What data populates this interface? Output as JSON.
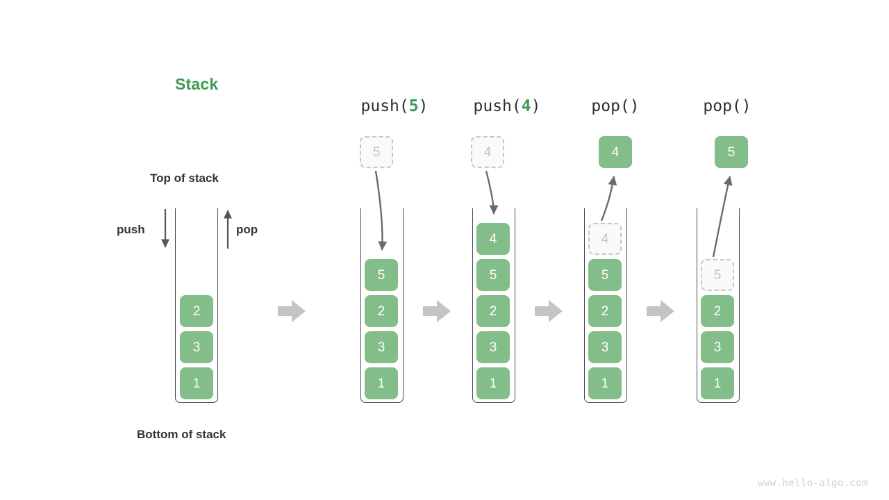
{
  "diagram": {
    "title": "Stack",
    "title_color": "#3f9950",
    "top_label": "Top of stack",
    "bottom_label": "Bottom of stack",
    "push_label": "push",
    "pop_label": "pop",
    "watermark": "www.hello-algo.com",
    "cell_color": "#83bd8a",
    "ghost_color": "#c2c2c2",
    "wall_color": "#4a4a4a",
    "separator_color": "#c4c4c4"
  },
  "columns": [
    {
      "name": "initial-stack",
      "header_prefix": "",
      "header_arg": "",
      "header_suffix": "",
      "has_header": false,
      "floating_cell": null,
      "cells": [
        {
          "value": "2",
          "state": "filled"
        },
        {
          "value": "3",
          "state": "filled"
        },
        {
          "value": "1",
          "state": "filled"
        }
      ]
    },
    {
      "name": "push-5",
      "header_prefix": "push(",
      "header_arg": "5",
      "header_suffix": ")",
      "has_header": true,
      "floating_cell": {
        "value": "5",
        "state": "ghost"
      },
      "arrow": "down",
      "cells": [
        {
          "value": "5",
          "state": "filled"
        },
        {
          "value": "2",
          "state": "filled"
        },
        {
          "value": "3",
          "state": "filled"
        },
        {
          "value": "1",
          "state": "filled"
        }
      ]
    },
    {
      "name": "push-4",
      "header_prefix": "push(",
      "header_arg": "4",
      "header_suffix": ")",
      "has_header": true,
      "floating_cell": {
        "value": "4",
        "state": "ghost"
      },
      "arrow": "down",
      "cells": [
        {
          "value": "4",
          "state": "filled"
        },
        {
          "value": "5",
          "state": "filled"
        },
        {
          "value": "2",
          "state": "filled"
        },
        {
          "value": "3",
          "state": "filled"
        },
        {
          "value": "1",
          "state": "filled"
        }
      ]
    },
    {
      "name": "pop-1",
      "header_prefix": "pop()",
      "header_arg": "",
      "header_suffix": "",
      "has_header": true,
      "floating_cell": {
        "value": "4",
        "state": "filled"
      },
      "arrow": "up",
      "cells": [
        {
          "value": "4",
          "state": "ghost"
        },
        {
          "value": "5",
          "state": "filled"
        },
        {
          "value": "2",
          "state": "filled"
        },
        {
          "value": "3",
          "state": "filled"
        },
        {
          "value": "1",
          "state": "filled"
        }
      ]
    },
    {
      "name": "pop-2",
      "header_prefix": "pop()",
      "header_arg": "",
      "header_suffix": "",
      "has_header": true,
      "floating_cell": {
        "value": "5",
        "state": "filled"
      },
      "arrow": "up",
      "cells": [
        {
          "value": "",
          "state": "empty"
        },
        {
          "value": "5",
          "state": "ghost"
        },
        {
          "value": "2",
          "state": "filled"
        },
        {
          "value": "3",
          "state": "filled"
        },
        {
          "value": "1",
          "state": "filled"
        }
      ]
    }
  ],
  "separators": [
    {
      "name": "separator-1"
    },
    {
      "name": "separator-2"
    },
    {
      "name": "separator-3"
    },
    {
      "name": "separator-4"
    }
  ]
}
